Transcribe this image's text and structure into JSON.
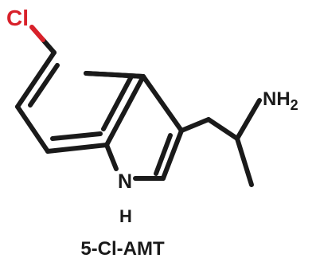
{
  "molecule": {
    "name": "5-Cl-AMT",
    "substituent_label": "Cl",
    "amine_label": "NH",
    "amine_subscript": "2",
    "ring_nitrogen_label": "N",
    "ring_hydrogen_label": "H"
  },
  "colors": {
    "bond": "#1a1a1a",
    "chlorine": "#d8212a",
    "text": "#1a1a1a"
  }
}
